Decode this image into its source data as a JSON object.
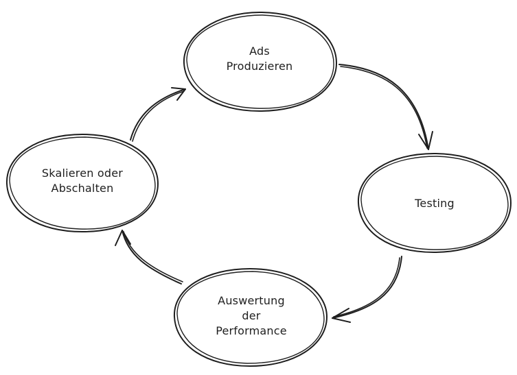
{
  "diagram": {
    "nodes": [
      {
        "id": "ads-produzieren",
        "lines": [
          "Ads",
          "Produzieren"
        ]
      },
      {
        "id": "testing",
        "lines": [
          "Testing"
        ]
      },
      {
        "id": "auswertung-der-performance",
        "lines": [
          "Auswertung",
          "der",
          "Performance"
        ]
      },
      {
        "id": "skalieren-oder-abschalten",
        "lines": [
          "Skalieren oder",
          "Abschalten"
        ]
      }
    ],
    "edges": [
      {
        "from": "ads-produzieren",
        "to": "testing"
      },
      {
        "from": "testing",
        "to": "auswertung-der-performance"
      },
      {
        "from": "auswertung-der-performance",
        "to": "skalieren-oder-abschalten"
      },
      {
        "from": "skalieren-oder-abschalten",
        "to": "ads-produzieren"
      }
    ],
    "colors": {
      "stroke": "#1e1e1e",
      "background": "#ffffff"
    }
  }
}
